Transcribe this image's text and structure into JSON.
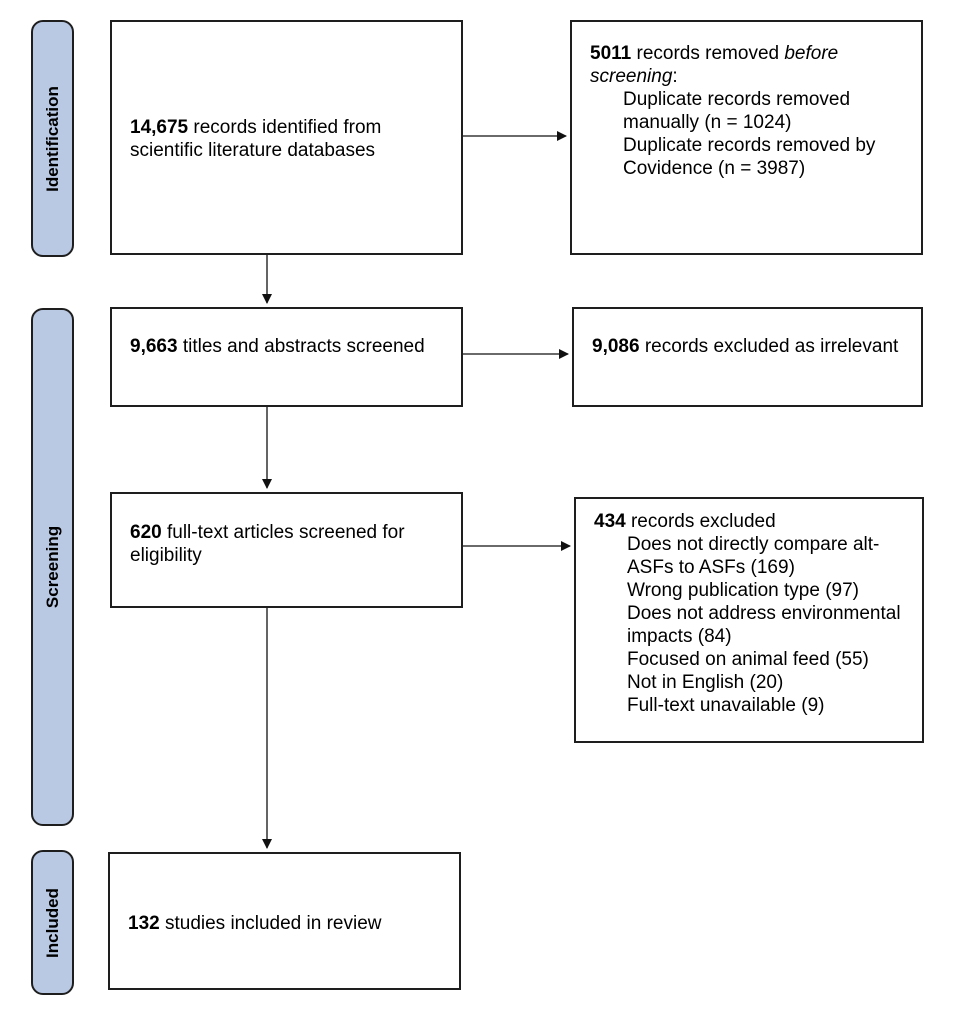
{
  "phases": {
    "identification": "Identification",
    "screening": "Screening",
    "included": "Included"
  },
  "identified": {
    "count": "14,675",
    "text": "records identified from scientific literature databases"
  },
  "removed": {
    "count": "5011",
    "text_a": "records removed ",
    "text_em": "before screening",
    "text_b": ":",
    "items": [
      "Duplicate records removed manually (n = 1024)",
      "Duplicate records removed by Covidence (n = 3987)"
    ]
  },
  "screened": {
    "count": "9,663",
    "text": "titles and abstracts screened"
  },
  "excluded_irrelevant": {
    "count": "9,086",
    "text": "records excluded as irrelevant"
  },
  "fulltext": {
    "count": "620",
    "text": "full-text articles screened for eligibility"
  },
  "excluded_fulltext": {
    "count": "434",
    "text": "records excluded",
    "items": [
      "Does not directly compare alt-ASFs to ASFs (169)",
      "Wrong publication type (97)",
      "Does not address environmental impacts (84)",
      "Focused on animal feed (55)",
      "Not in English (20)",
      "Full-text unavailable (9)"
    ]
  },
  "included": {
    "count": "132",
    "text": "studies included in review"
  }
}
